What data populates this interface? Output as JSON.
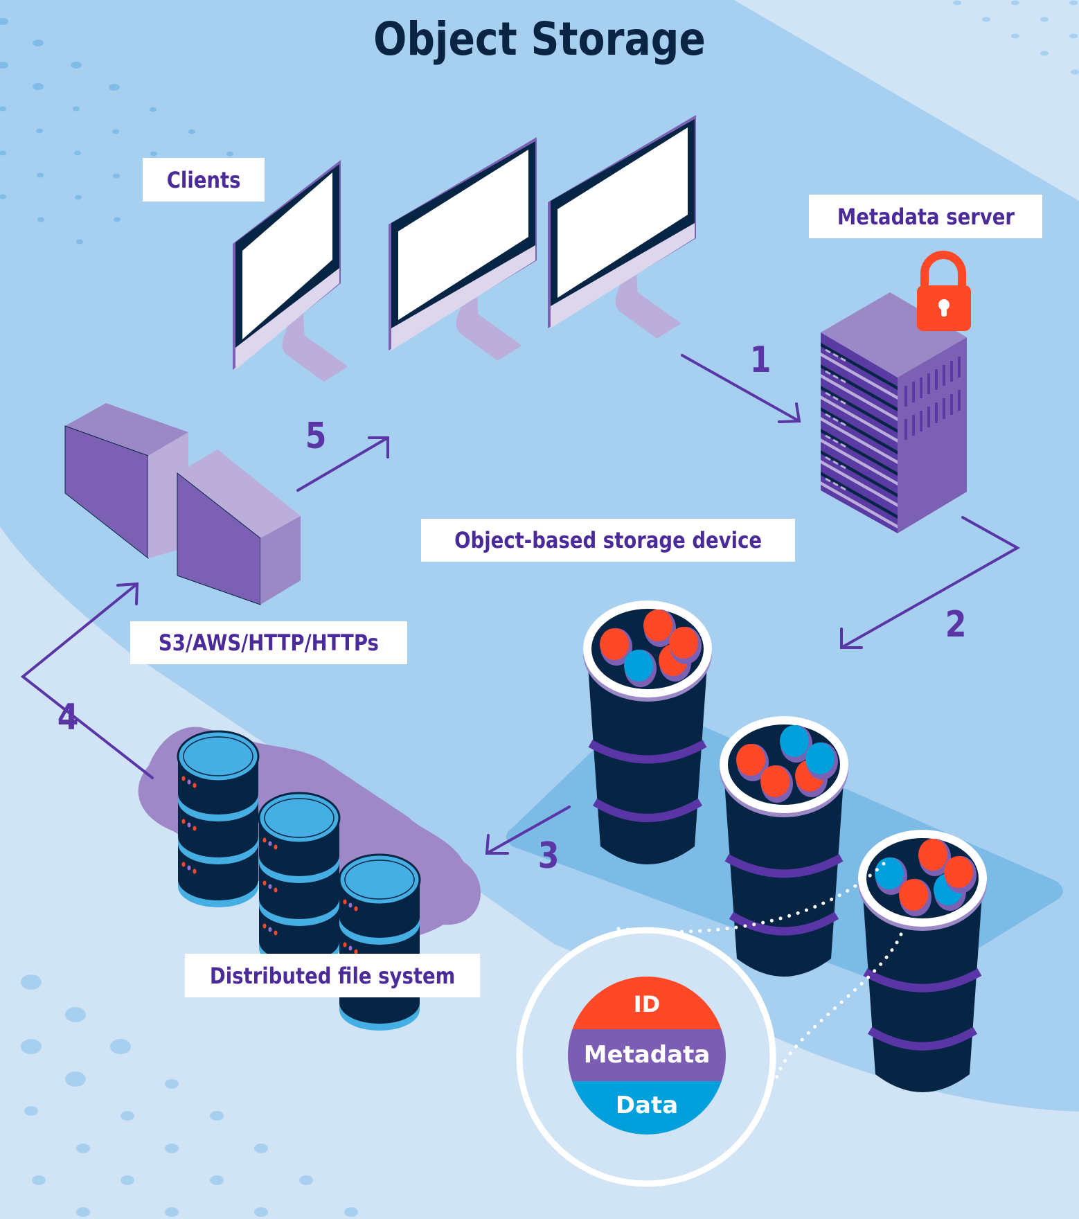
{
  "title": "Object Storage",
  "labels": {
    "clients": "Clients",
    "metadata_server": "Metadata server",
    "object_storage_device": "Object-based storage device",
    "protocols": "S3/AWS/HTTP/HTTPs",
    "distributed_fs": "Distributed file system"
  },
  "steps": [
    "1",
    "2",
    "3",
    "4",
    "5"
  ],
  "object_anatomy": {
    "segments": [
      {
        "label": "ID",
        "color": "#ff4828"
      },
      {
        "label": "Metadata",
        "color": "#7b5eb4"
      },
      {
        "label": "Data",
        "color": "#00a0dc"
      }
    ]
  },
  "icons": {
    "clients": "desktop-monitor-icon",
    "metadata_server": "server-rack-icon",
    "security": "padlock-icon",
    "gateway": "box-icon",
    "storage_device": "bucket-icon",
    "file_system": "database-icon"
  },
  "colors": {
    "bg_medium": "#a7d0f0",
    "bg_light": "#d1e4f5",
    "title": "#0a2444",
    "label_text": "#4b2a9a",
    "arrow": "#5a35a6",
    "dark_navy": "#062544",
    "lock": "#ff4828"
  }
}
